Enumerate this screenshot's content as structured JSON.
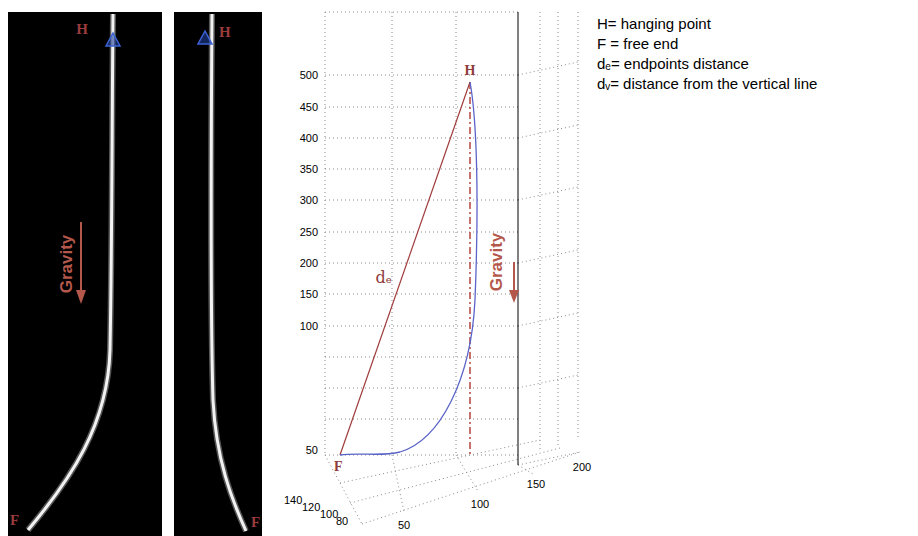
{
  "diagram": {
    "labels": [
      "H",
      "Gravity",
      "F",
      "H",
      "F",
      "500",
      "450",
      "400",
      "350",
      "300",
      "250",
      "200",
      "150",
      "100",
      "50",
      "H",
      "dₑ",
      "Gravity",
      "F",
      "140",
      "120",
      "100",
      "80",
      "50",
      "100",
      "150",
      "200",
      "H= hanging point",
      "F = free end",
      "dₑ= endpoints distance",
      "dᵥ= distance from the vertical line"
    ]
  }
}
